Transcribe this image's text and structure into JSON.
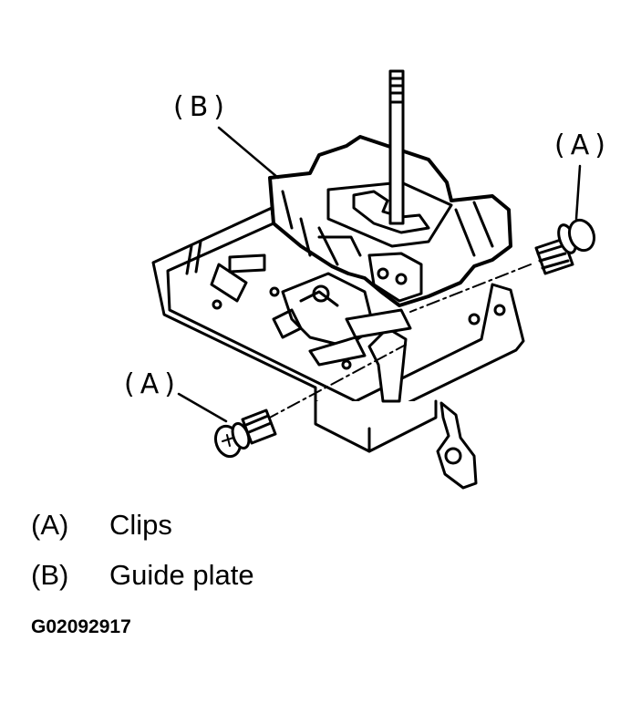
{
  "diagram": {
    "callouts": {
      "b": "(B)",
      "a_right": "(A)",
      "a_left": "(A)"
    },
    "legend": [
      {
        "key": "(A)",
        "label": "Clips"
      },
      {
        "key": "(B)",
        "label": "Guide plate"
      }
    ],
    "figure_code": "G02092917",
    "colors": {
      "line": "#000000",
      "background": "#ffffff"
    }
  }
}
